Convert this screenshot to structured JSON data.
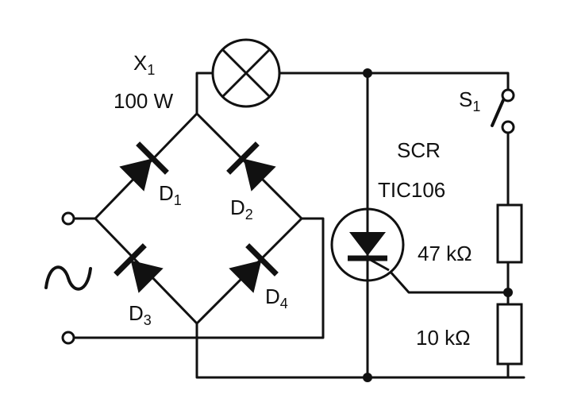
{
  "lamp": {
    "ref": "X",
    "ref_sub": "1",
    "power": "100 W"
  },
  "diodes": {
    "d1": {
      "ref": "D",
      "sub": "1"
    },
    "d2": {
      "ref": "D",
      "sub": "2"
    },
    "d3": {
      "ref": "D",
      "sub": "3"
    },
    "d4": {
      "ref": "D",
      "sub": "4"
    }
  },
  "scr": {
    "type": "SCR",
    "part": "TIC106"
  },
  "switch": {
    "ref": "S",
    "sub": "1"
  },
  "resistors": {
    "r_top": {
      "value": "47 kΩ"
    },
    "r_bottom": {
      "value": "10 kΩ"
    }
  },
  "colors": {
    "ink": "#111111",
    "paper": "#ffffff"
  }
}
